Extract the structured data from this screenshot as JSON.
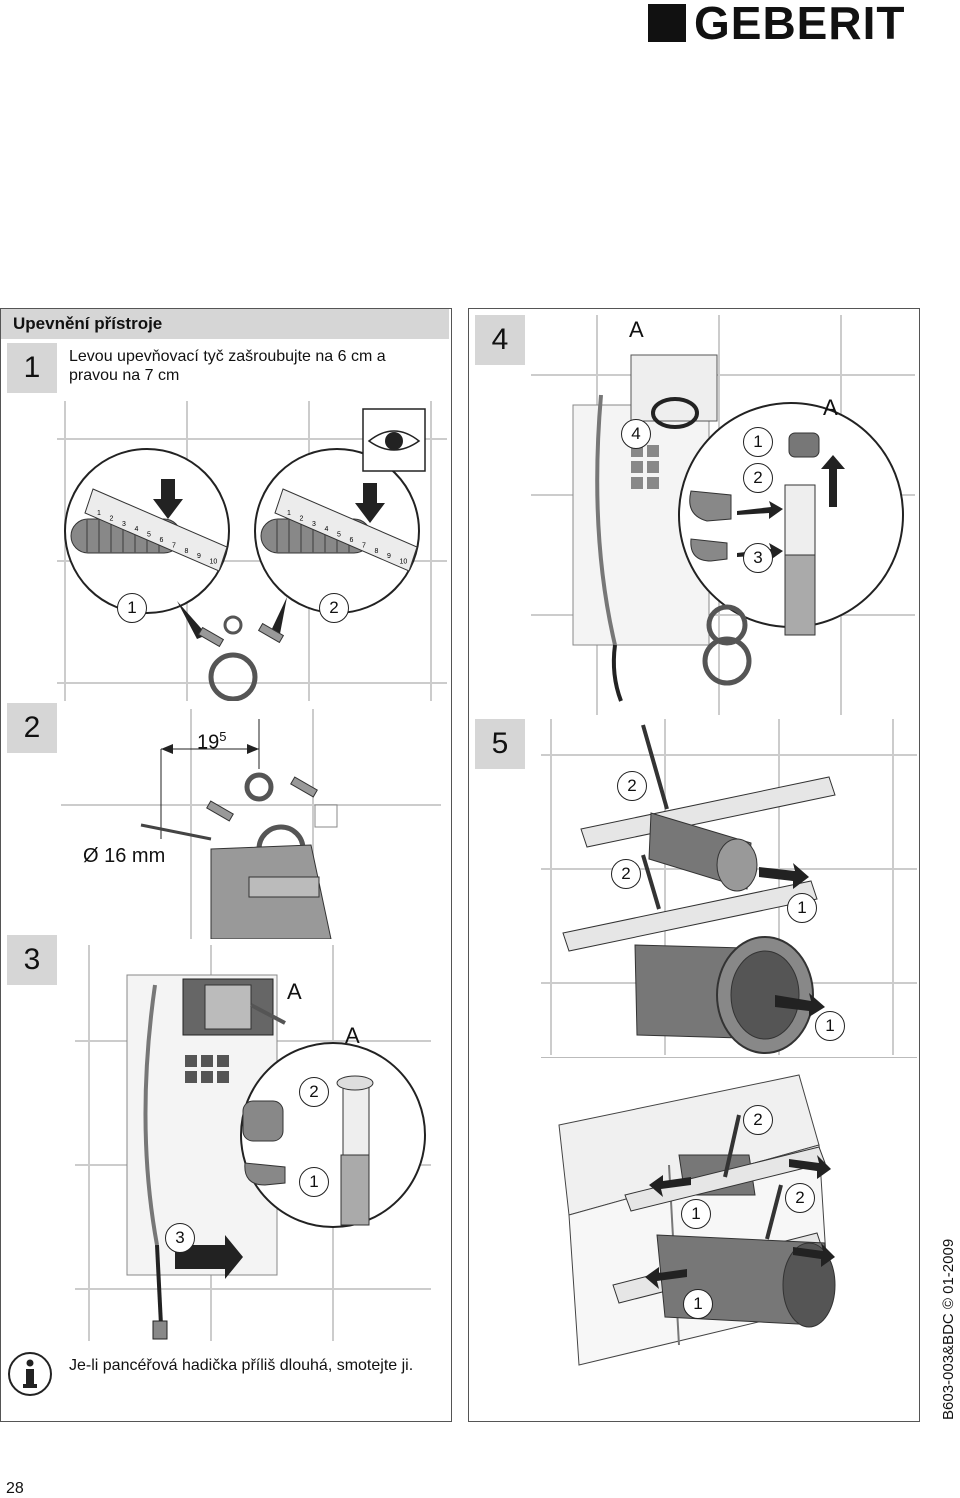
{
  "brand": {
    "name": "GEBERIT"
  },
  "section": {
    "title": "Upevnění přístroje"
  },
  "steps": [
    {
      "number": "1",
      "text": "Levou upevňovací tyč zašroubujte na 6 cm a pravou na 7 cm"
    },
    {
      "number": "2"
    },
    {
      "number": "3"
    },
    {
      "number": "4"
    },
    {
      "number": "5"
    }
  ],
  "step2": {
    "dimension_main": "19",
    "dimension_sup": "5",
    "drill_label": "Ø 16 mm"
  },
  "callouts": {
    "one": "1",
    "two": "2",
    "three": "3",
    "four": "4",
    "a": "A"
  },
  "ruler_marks": [
    "1",
    "2",
    "3",
    "4",
    "5",
    "6",
    "7",
    "8",
    "9",
    "10"
  ],
  "info": {
    "text": "Je-li pancéřová hadička příliš dlouhá, smotejte ji."
  },
  "footer": {
    "code": "B603-003&BDC © 01-2009",
    "page_number": "28"
  }
}
